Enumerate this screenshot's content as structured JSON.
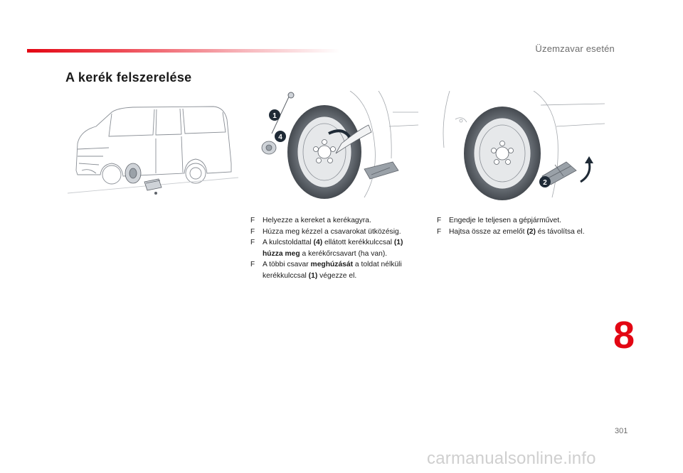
{
  "header": {
    "chapter_title": "Üzemzavar esetén"
  },
  "section": {
    "title": "A kerék felszerelése"
  },
  "figures": {
    "van": {
      "icon": "van-on-jack-illustration"
    },
    "wheel_bolts": {
      "icon": "wheel-bolt-tightening-illustration",
      "callouts": [
        "1",
        "4"
      ]
    },
    "wheel_lower": {
      "icon": "jack-lowering-illustration",
      "callouts": [
        "2"
      ]
    }
  },
  "instructions_left": [
    {
      "bullet": "F",
      "parts": [
        {
          "t": "Helyezze a kereket a kerékagyra."
        }
      ]
    },
    {
      "bullet": "F",
      "parts": [
        {
          "t": "Húzza meg kézzel a csavarokat ütközésig."
        }
      ]
    },
    {
      "bullet": "F",
      "parts": [
        {
          "t": "A kulcstoldattal "
        },
        {
          "t": "(4)",
          "b": true
        },
        {
          "t": " ellátott kerékkulccsal "
        },
        {
          "t": "(1)",
          "b": true
        },
        {
          "t": " "
        },
        {
          "t": "húzza meg",
          "b": true
        },
        {
          "t": " a kerékőrcsavart (ha van)."
        }
      ]
    },
    {
      "bullet": "F",
      "parts": [
        {
          "t": "A többi csavar "
        },
        {
          "t": "meghúzását",
          "b": true
        },
        {
          "t": " a toldat nélküli kerékkulccsal "
        },
        {
          "t": "(1)",
          "b": true
        },
        {
          "t": " végezze el."
        }
      ]
    }
  ],
  "instructions_right": [
    {
      "bullet": "F",
      "parts": [
        {
          "t": "Engedje le teljesen a gépjárművet."
        }
      ]
    },
    {
      "bullet": "F",
      "parts": [
        {
          "t": "Hajtsa össze az emelőt "
        },
        {
          "t": "(2)",
          "b": true
        },
        {
          "t": " és távolítsa el."
        }
      ]
    }
  ],
  "chapter_number": "8",
  "page_number": "301",
  "watermark": "carmanualsonline.info",
  "colors": {
    "accent": "#e30613",
    "callout": "#1f2a36",
    "line": "#8a8f96"
  }
}
